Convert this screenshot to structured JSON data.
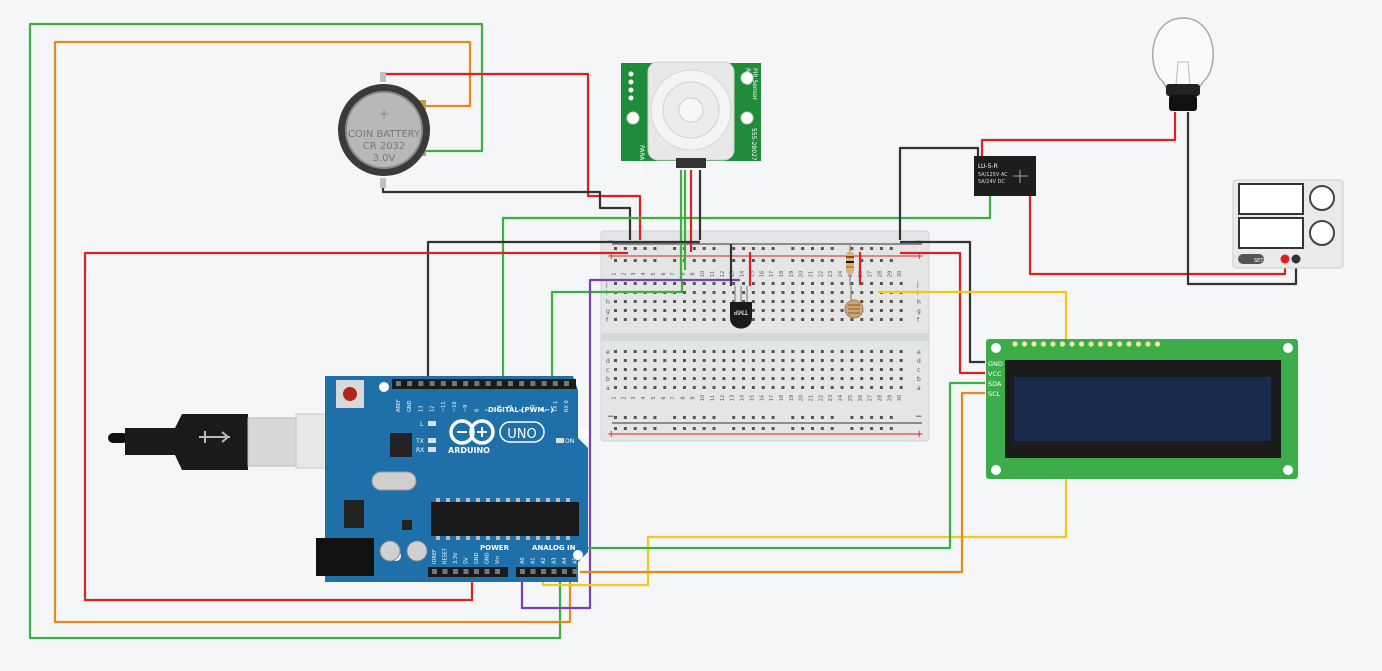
{
  "coin_battery": {
    "line1": "COIN BATTERY",
    "line2": "CR 2032",
    "line3": "3.0V",
    "plus": "+"
  },
  "pir_sensor": {
    "brand": "PARALLAX",
    "title": "PIR Sensor",
    "rev": "Rev B",
    "part": "555-28027"
  },
  "relay": {
    "line1": "LU-5-R",
    "line2": "5A/125V AC",
    "line3": "5A/24V DC"
  },
  "temp_sensor": {
    "label": "TMP"
  },
  "arduino": {
    "brand": "ARDUINO",
    "model": "UNO",
    "digital_label": "DIGITAL (PWM~)",
    "power_label": "POWER",
    "analog_label": "ANALOG IN",
    "on_label": "ON",
    "led_l": "L",
    "led_tx": "TX",
    "led_rx": "RX",
    "digital_pins": [
      "AREF",
      "GND",
      "13",
      "12",
      "~11",
      "~10",
      "~9",
      "8",
      "7",
      "~6",
      "~5",
      "4",
      "~3",
      "2",
      "TX 1",
      "RX 0"
    ],
    "power_pins": [
      "IOREF",
      "RESET",
      "3.3V",
      "5V",
      "GND",
      "GND",
      "Vin"
    ],
    "analog_pins": [
      "A0",
      "A1",
      "A2",
      "A3",
      "A4",
      "A5"
    ]
  },
  "lcd": {
    "pins": [
      "GND",
      "VCC",
      "SDA",
      "SCL"
    ]
  },
  "power_supply": {
    "mode_label": "SET"
  },
  "breadboard": {
    "row_letters_top": [
      "j",
      "i",
      "h",
      "g",
      "f"
    ],
    "row_letters_bottom": [
      "e",
      "d",
      "c",
      "b",
      "a"
    ],
    "plus": "+",
    "minus": "−"
  }
}
